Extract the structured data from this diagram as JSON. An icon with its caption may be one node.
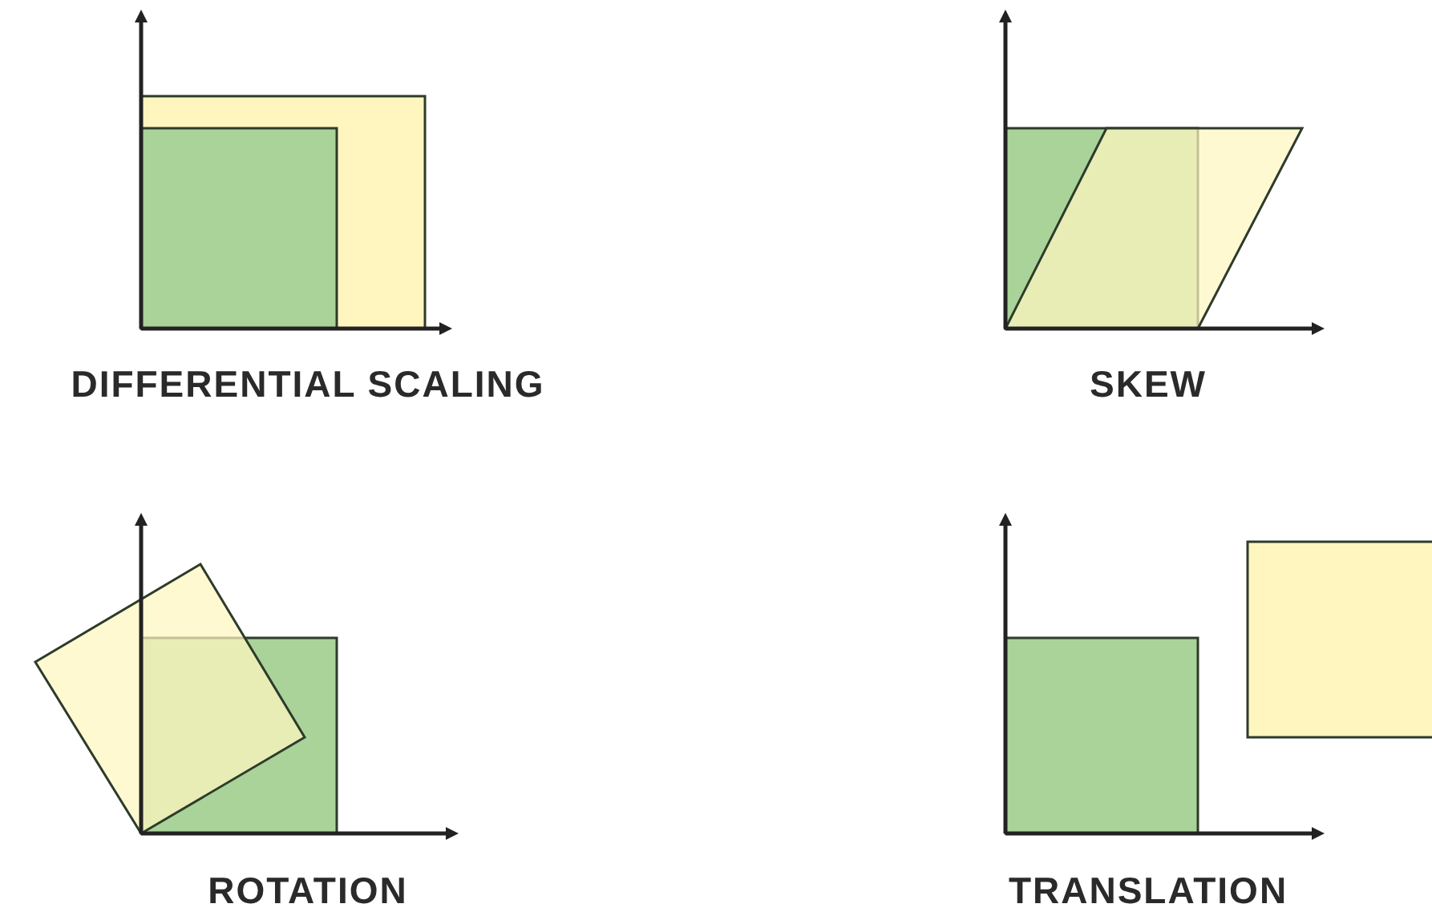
{
  "diagram": {
    "labels": [
      "DIFFERENTIAL SCALING",
      "SKEW",
      "ROTATION",
      "TRANSLATION"
    ]
  }
}
